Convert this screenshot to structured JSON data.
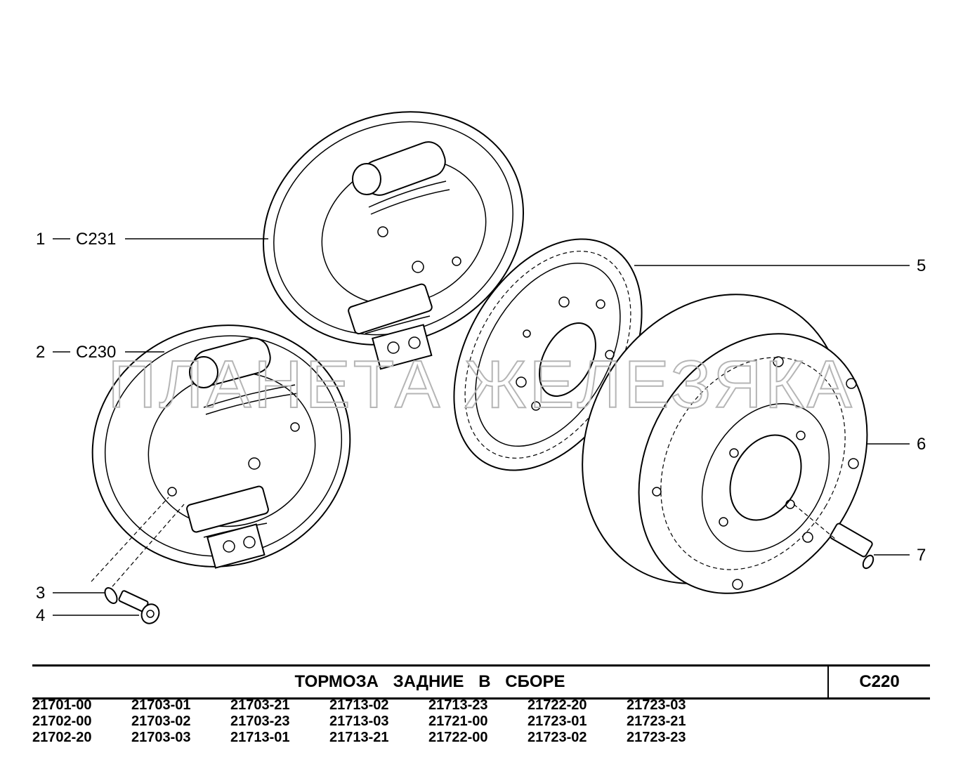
{
  "callouts": [
    {
      "num": "1",
      "ref": "C231"
    },
    {
      "num": "2",
      "ref": "C230"
    },
    {
      "num": "3",
      "ref": ""
    },
    {
      "num": "4",
      "ref": ""
    },
    {
      "num": "5",
      "ref": ""
    },
    {
      "num": "6",
      "ref": ""
    },
    {
      "num": "7",
      "ref": ""
    }
  ],
  "watermark": "ПЛАНЕТА ЖЕЛЕЗЯКА",
  "title_block": {
    "title": "ТОРМОЗА ЗАДНИЕ В СБОРЕ",
    "code": "C220"
  },
  "models": [
    "21701-00",
    "21703-01",
    "21703-21",
    "21713-02",
    "21713-23",
    "21722-20",
    "21723-03",
    "21702-00",
    "21703-02",
    "21703-23",
    "21713-03",
    "21721-00",
    "21723-01",
    "21723-21",
    "21702-20",
    "21703-03",
    "21713-01",
    "21713-21",
    "21722-00",
    "21723-02",
    "21723-23"
  ]
}
